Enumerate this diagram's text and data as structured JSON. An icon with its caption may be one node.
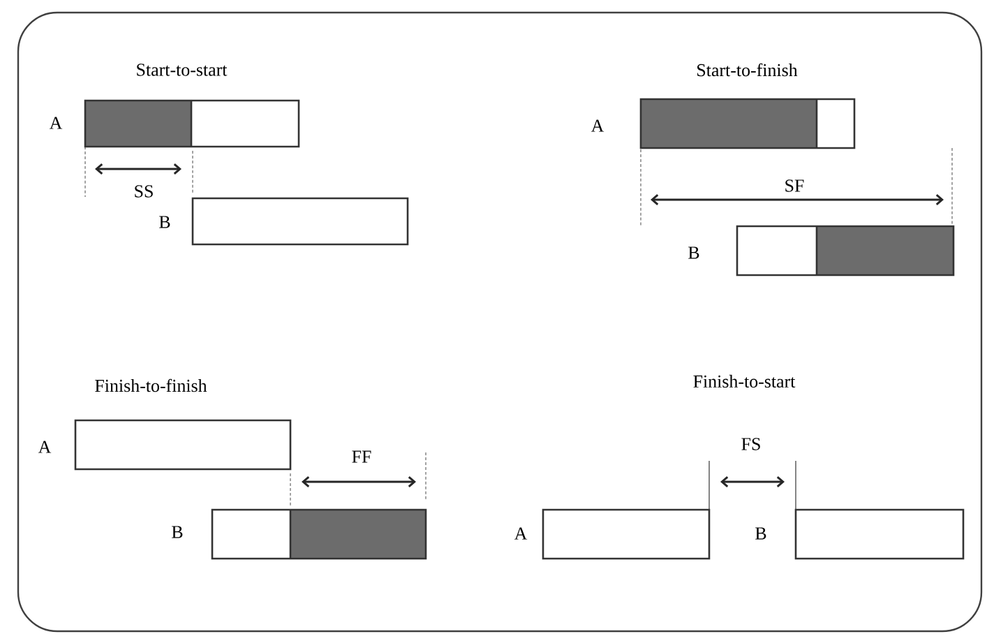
{
  "diagram": {
    "nodes": [
      {
        "text": [],
        "shape": "bar",
        "beside": [
          "A"
        ]
      },
      {
        "text": [],
        "shape": "bar",
        "beside": [
          "B"
        ]
      },
      {
        "text": [],
        "shape": "bar",
        "beside": [
          "A"
        ]
      },
      {
        "text": [],
        "shape": "bar",
        "beside": [
          "B"
        ]
      },
      {
        "text": [],
        "shape": "bar",
        "beside": [
          "A"
        ]
      },
      {
        "text": [],
        "shape": "bar",
        "beside": [
          "B"
        ]
      },
      {
        "text": [],
        "shape": "bar",
        "beside": [
          "A"
        ]
      },
      {
        "text": [],
        "shape": "bar",
        "beside": [
          "B"
        ]
      }
    ],
    "labels": [
      "Start-to-start",
      "SS",
      "Start-to-finish",
      "SF",
      "Finish-to-finish",
      "FF",
      "Finish-to-start",
      "FS"
    ]
  }
}
